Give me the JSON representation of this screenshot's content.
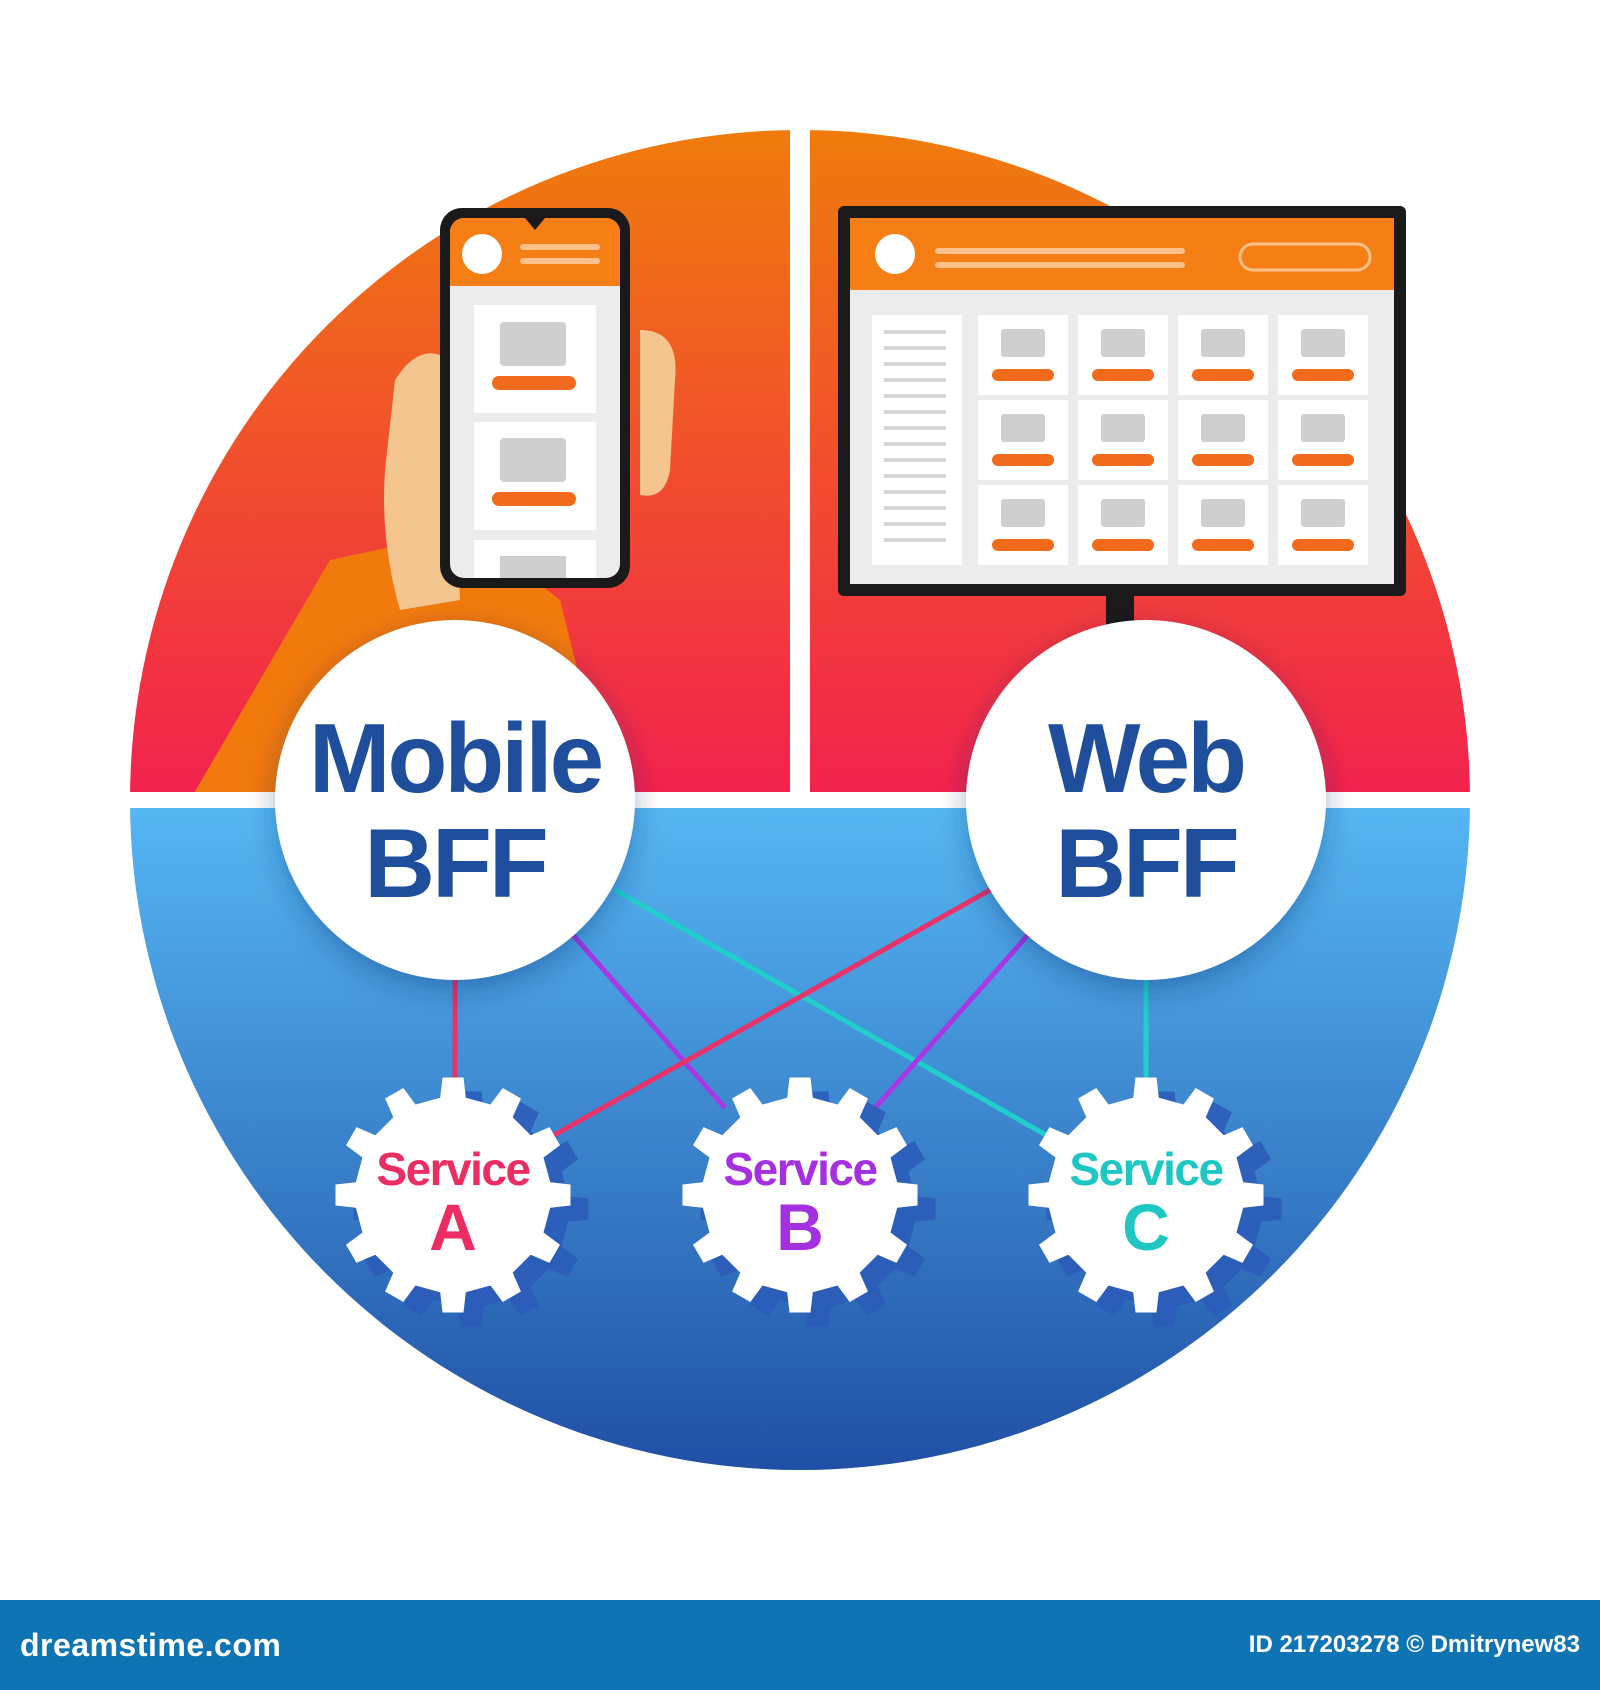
{
  "bff": [
    {
      "line1": "Mobile",
      "line2": "BFF"
    },
    {
      "line1": "Web",
      "line2": "BFF"
    }
  ],
  "services": [
    {
      "title": "Service",
      "letter": "A",
      "color": "#ec2d63"
    },
    {
      "title": "Service",
      "letter": "B",
      "color": "#a430e0"
    },
    {
      "title": "Service",
      "letter": "C",
      "color": "#1ec7c4"
    }
  ],
  "links": [
    {
      "from": "Mobile BFF",
      "to": "Service A",
      "color": "#e8336a"
    },
    {
      "from": "Mobile BFF",
      "to": "Service B",
      "color": "#a638e6"
    },
    {
      "from": "Mobile BFF",
      "to": "Service C",
      "color": "#20cfcc"
    },
    {
      "from": "Web BFF",
      "to": "Service A",
      "color": "#e8336a"
    },
    {
      "from": "Web BFF",
      "to": "Service B",
      "color": "#a638e6"
    },
    {
      "from": "Web BFF",
      "to": "Service C",
      "color": "#20cfcc"
    }
  ],
  "colors": {
    "top_gradient": [
      "#f0780c",
      "#f2214f"
    ],
    "bottom_gradient": [
      "#56b8f4",
      "#1e4fa6"
    ],
    "accent": "#f26b1d",
    "label": "#1f4e9c"
  },
  "devices": {
    "left": "smartphone-in-hand",
    "right": "desktop-monitor"
  },
  "watermark": "dreamstime",
  "footer": {
    "brand": "dreamstime.com",
    "id_text": "ID 217203278 © Dmitrynew83"
  }
}
